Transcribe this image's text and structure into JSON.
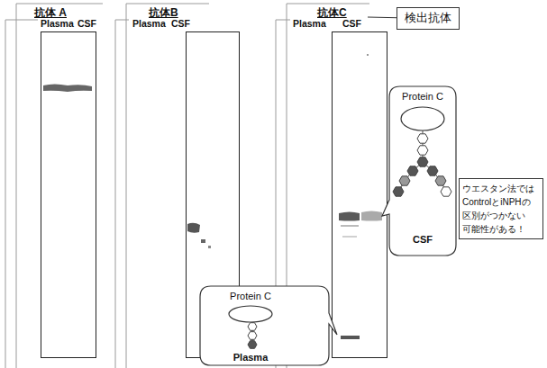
{
  "diagram": {
    "nodes": [
      {
        "text": [
          "抗体 A",
          "Plasma",
          "CSF"
        ]
      },
      {
        "text": [
          "抗体B",
          "Plasma",
          "CSF"
        ]
      },
      {
        "text": [
          "抗体C",
          "Plasma",
          "CSF"
        ]
      },
      {
        "text": [
          "検出抗体"
        ]
      },
      {
        "text": [
          "Protein C",
          "CSF"
        ]
      },
      {
        "text": [
          "Protein C",
          "Plasma"
        ]
      },
      {
        "text": [
          "ウエスタン法では ControlとiNPHの 区別がつかない 可能性がある！"
        ]
      }
    ],
    "edges": [
      {
        "from": 3,
        "to": 2,
        "arrow": "none"
      }
    ]
  }
}
